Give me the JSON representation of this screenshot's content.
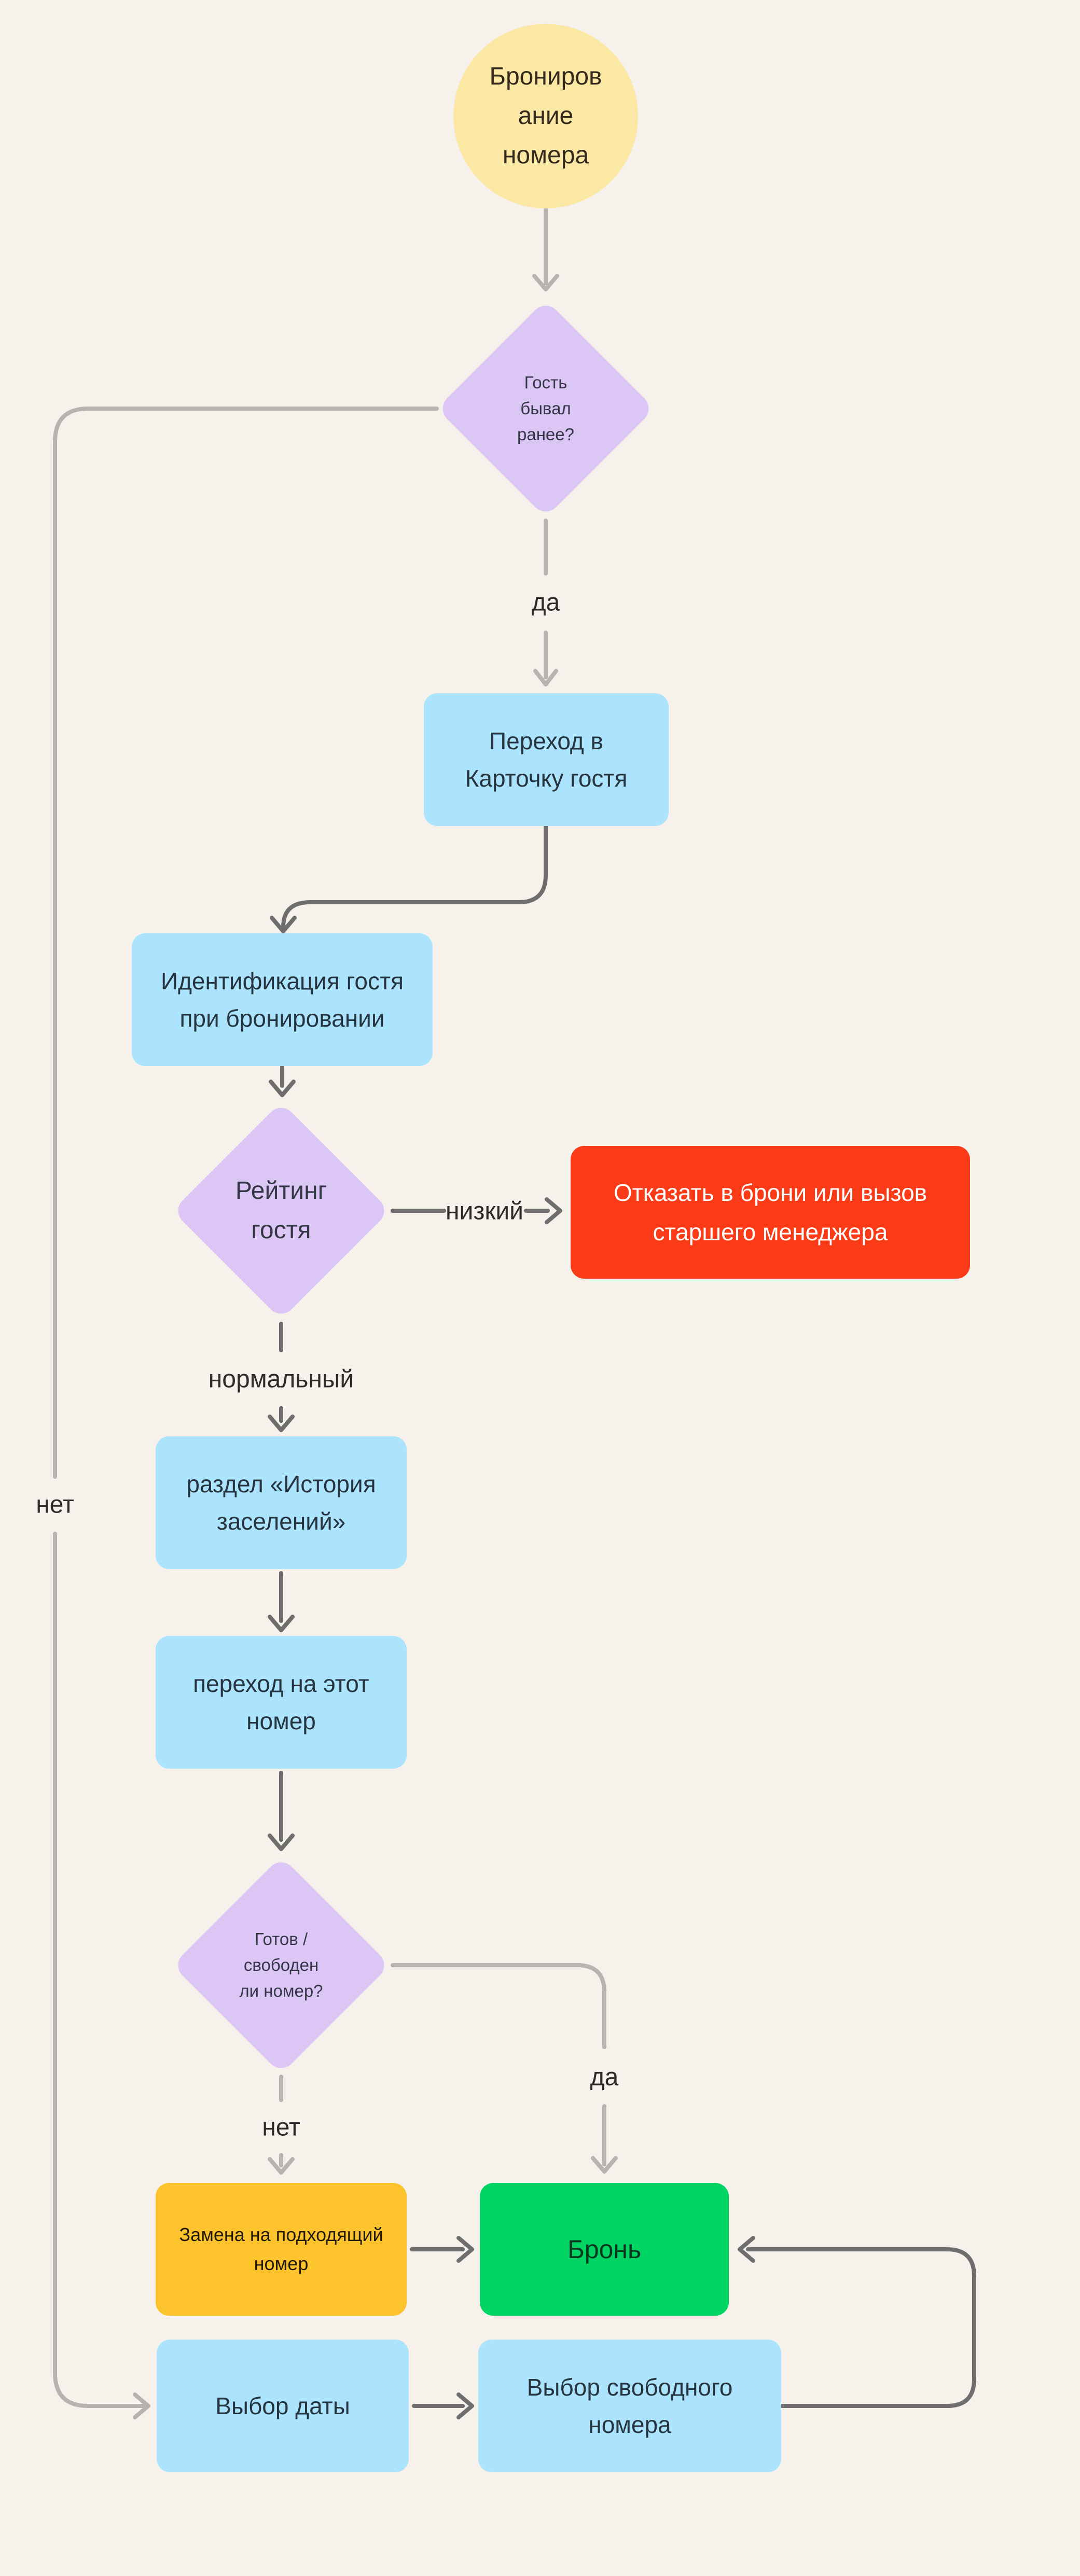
{
  "flowchart": {
    "title_node_shape": "ellipse",
    "palette": {
      "background": "#F7F1EC",
      "start_fill": "#FCE8A5",
      "decision_fill": "#DCC6F6",
      "process_fill": "#ABE4FC",
      "alert_fill": "#FB3A17",
      "warning_fill": "#FCC32D",
      "success_fill": "#00D563",
      "edge_light": "#B7B3AF",
      "edge_dark": "#6E6E6E"
    },
    "nodes": {
      "start": {
        "label": "Брониров\nание\nномера"
      },
      "guest_returning": {
        "label": "Гость\nбывал\nранее?"
      },
      "open_guest_card": {
        "label": "Переход в\nКарточку гостя"
      },
      "guest_identification": {
        "label": "Идентификация гостя\nпри бронировании"
      },
      "guest_rating": {
        "label": "Рейтинг\nгостя"
      },
      "refuse_or_escalate": {
        "label": "Отказать в брони или вызов\nстаршего менеджера"
      },
      "history_section": {
        "label": "раздел «История\nзаселений»"
      },
      "goto_room": {
        "label": "переход на этот\nномер"
      },
      "room_available": {
        "label": "Готов /\nсвободен\nли номер?"
      },
      "replace_room": {
        "label": "Замена на подходящий\nномер"
      },
      "booking": {
        "label": "Бронь"
      },
      "date_selection": {
        "label": "Выбор даты"
      },
      "free_room_selection": {
        "label": "Выбор свободного\nномера"
      }
    },
    "edge_labels": {
      "yes1": "да",
      "no1": "нет",
      "low": "низкий",
      "normal": "нормальный",
      "yes2": "да",
      "no2": "нет"
    }
  }
}
